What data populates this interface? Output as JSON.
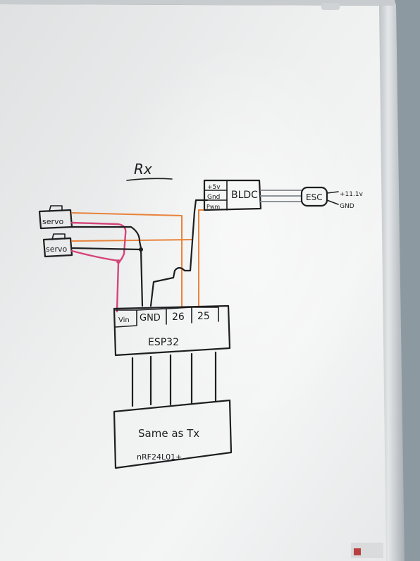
{
  "whiteboard": {
    "title": "Rx",
    "servo_labels": [
      "servo",
      "servo"
    ],
    "bldc": {
      "pins": [
        "+5v",
        "Gnd",
        "Pwm"
      ],
      "label": "BLDC"
    },
    "esc": {
      "label": "ESC",
      "power": "+11.1v",
      "ground": "GND"
    },
    "esp32": {
      "pins": [
        "Vin",
        "GND",
        "26",
        "25"
      ],
      "label": "ESP32"
    },
    "module": {
      "line1": "Same as Tx",
      "line2": "nRF24L01+"
    }
  },
  "colors": {
    "board": "#e9eaea",
    "frame": "#d3d6d8",
    "wall": "#7d8a93",
    "ink": "#1e1e20",
    "orange_wire": "#e8833a",
    "pink_wire": "#d4457a",
    "gray_wire": "#8e9499"
  }
}
